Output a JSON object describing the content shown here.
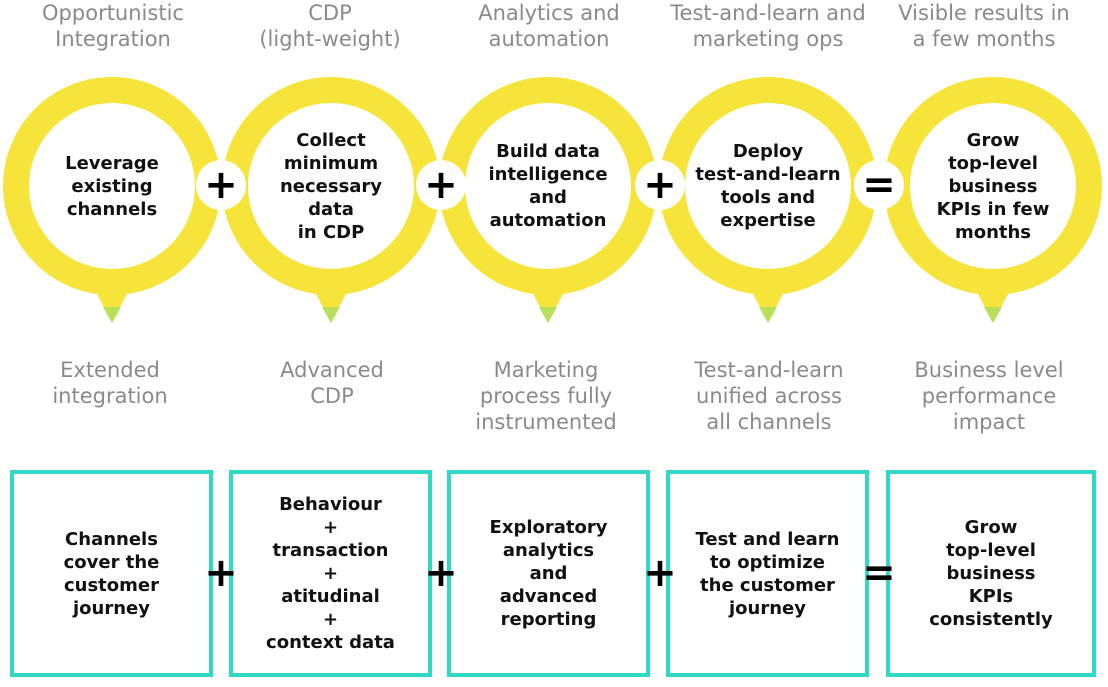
{
  "top_row": {
    "headers": [
      "Opportunistic\nIntegration",
      "CDP\n(light-weight)",
      "Analytics and\nautomation",
      "Test-and-learn and\nmarketing ops",
      "Visible results in\na few months"
    ],
    "circles": [
      "Leverage\nexisting\nchannels",
      "Collect\nminimum\nnecessary\ndata\nin CDP",
      "Build data\nintelligence\nand\nautomation",
      "Deploy\ntest-and-learn\ntools and\nexpertise",
      "Grow\ntop-level\nbusiness\nKPIs in few\nmonths"
    ],
    "operators": [
      "+",
      "+",
      "+",
      "="
    ]
  },
  "bottom_row": {
    "headers": [
      "Extended\nintegration",
      "Advanced\nCDP",
      "Marketing\nprocess fully\ninstrumented",
      "Test-and-learn\nunified across\nall channels",
      "Business level\nperformance\nimpact"
    ],
    "boxes": [
      "Channels\ncover the\ncustomer\njourney",
      "Behaviour\n+\ntransaction\n+\natitudinal\n+\ncontext data",
      "Exploratory\nanalytics\nand\nadvanced\nreporting",
      "Test and learn\nto optimize\nthe customer\njourney",
      "Grow\ntop-level\nbusiness\nKPIs\nconsistently"
    ],
    "operators": [
      "+",
      "+",
      "+",
      "="
    ]
  },
  "colors": {
    "ring_yellow": "#f7e43a",
    "ring_tip_green": "#b8e05a",
    "box_teal": "#2fd9c3",
    "header_gray": "#8a8a8a"
  }
}
